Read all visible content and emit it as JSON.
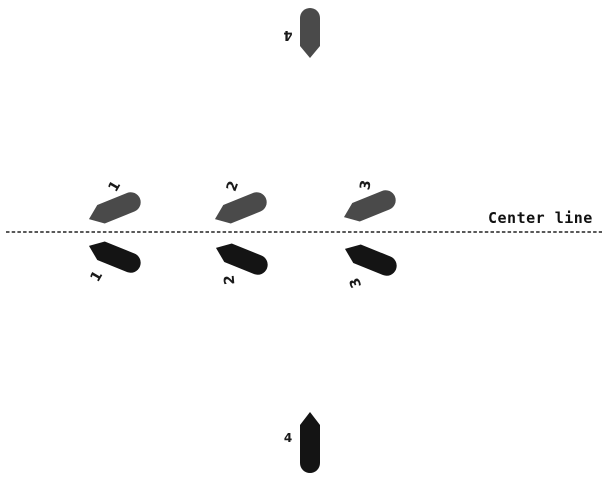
{
  "diagram": {
    "center_line_label": "Center line",
    "colors": {
      "upper_shape": "#4a4a4a",
      "lower_shape": "#141414",
      "line": "#222222",
      "number": "#1a1a1a"
    },
    "shapes": [
      {
        "id": "upper-1",
        "label": "1",
        "group": "above-center-line"
      },
      {
        "id": "upper-2",
        "label": "2",
        "group": "above-center-line"
      },
      {
        "id": "upper-3",
        "label": "3",
        "group": "above-center-line"
      },
      {
        "id": "lower-1",
        "label": "1",
        "group": "below-center-line"
      },
      {
        "id": "lower-2",
        "label": "2",
        "group": "below-center-line"
      },
      {
        "id": "lower-3",
        "label": "3",
        "group": "below-center-line"
      },
      {
        "id": "top-4",
        "label": "4",
        "group": "top"
      },
      {
        "id": "bottom-4",
        "label": "4",
        "group": "bottom"
      }
    ]
  }
}
